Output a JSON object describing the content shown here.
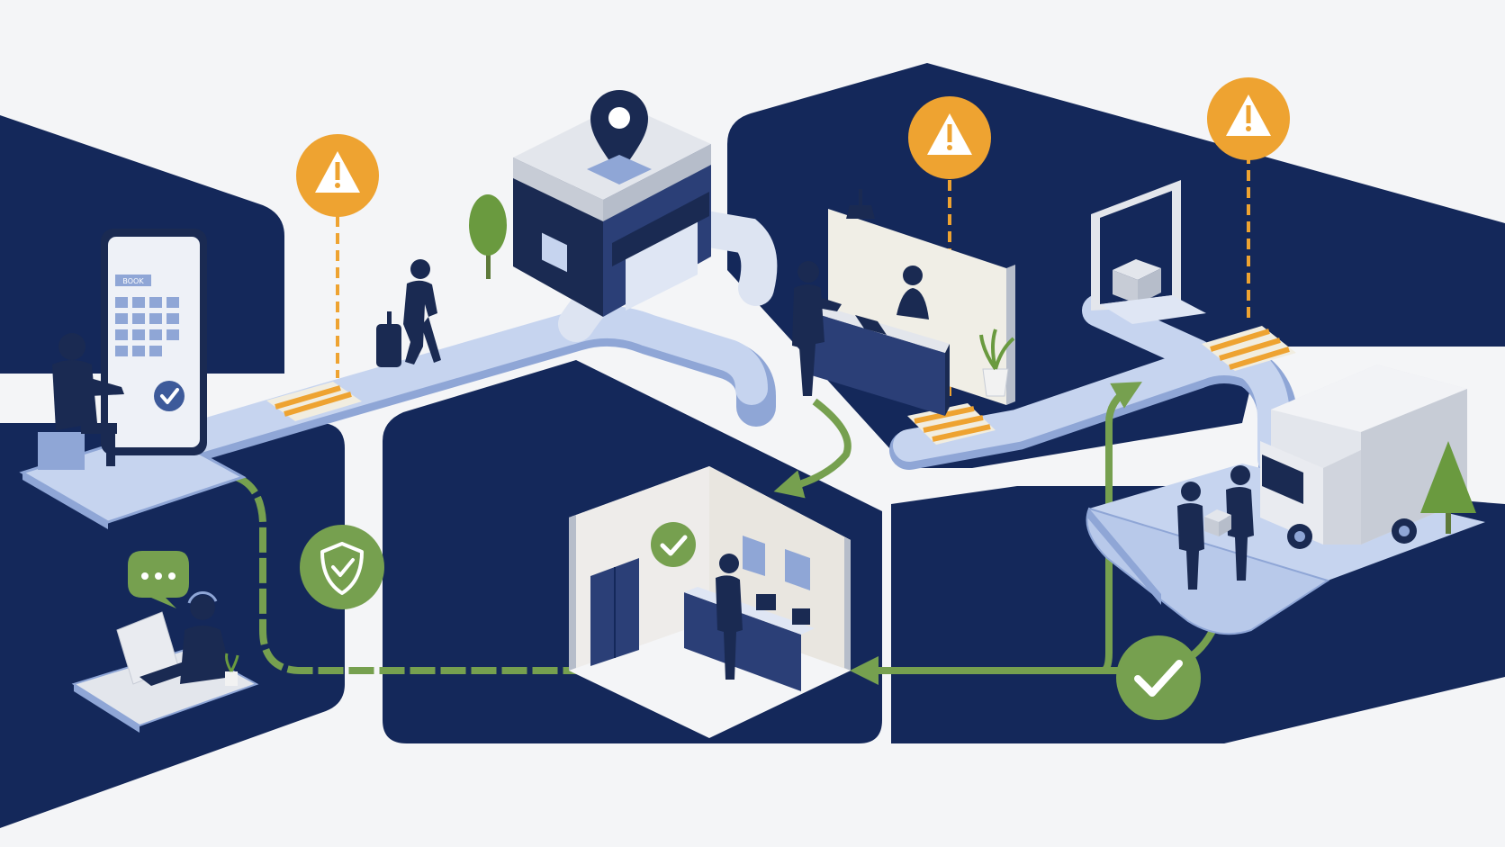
{
  "colors": {
    "background": "#f4f5f7",
    "navy": "#14285a",
    "navy_dark": "#0f1f47",
    "path_blue": "#b8c9ea",
    "path_edge": "#8fa6d6",
    "warning_orange": "#eea331",
    "success_green": "#76a04f",
    "building_grey": "#e3e6ec",
    "figure_navy": "#1a2a52"
  },
  "device": {
    "screen_header_text": "BOOK"
  },
  "stages": [
    {
      "id": "online-booking",
      "icon": "calendar-tablet-icon",
      "status": "check-icon"
    },
    {
      "id": "travel-to-branch",
      "icon": "walking-traveler-icon"
    },
    {
      "id": "branch-location",
      "icon": "map-pin-icon"
    },
    {
      "id": "service-counter",
      "icon": "counter-desk-icon"
    },
    {
      "id": "loading-dock",
      "icon": "package-icon"
    },
    {
      "id": "delivery-handoff",
      "icon": "delivery-truck-icon",
      "status": "check-icon"
    },
    {
      "id": "back-office",
      "icon": "office-room-icon",
      "status": "check-icon"
    },
    {
      "id": "remote-support",
      "icon": "chat-bubble-icon"
    }
  ],
  "warnings": [
    {
      "id": "warning-booking-to-travel",
      "icon": "warning-icon"
    },
    {
      "id": "warning-counter",
      "icon": "warning-icon"
    },
    {
      "id": "warning-dock",
      "icon": "warning-icon"
    }
  ],
  "checkpoints": [
    {
      "id": "security-check",
      "icon": "shield-check-icon"
    },
    {
      "id": "delivery-check",
      "icon": "check-icon"
    },
    {
      "id": "office-check",
      "icon": "check-icon"
    }
  ]
}
